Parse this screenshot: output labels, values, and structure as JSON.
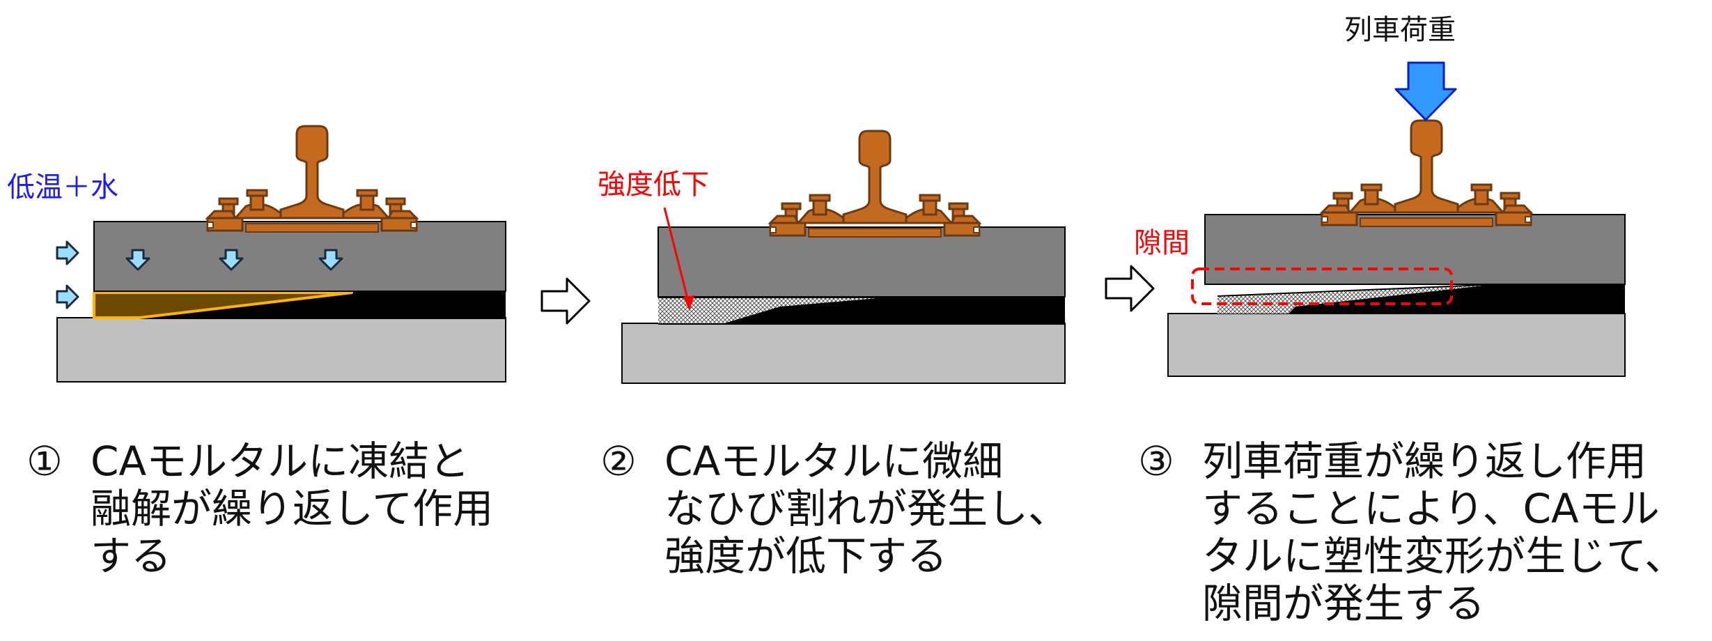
{
  "colors": {
    "rail": "#c46a1e",
    "rail_outline": "#6b3a10",
    "slab": "#808080",
    "mortar": "#000000",
    "base": "#c0c0c0",
    "cold_water_text": "#1a1aff",
    "highlight": "#ff0000",
    "frost_zone": "#6b4a00",
    "frost_outline": "#ffb400",
    "load_arrow": "#3399ff",
    "small_arrow": "#99ddff"
  },
  "icons": [
    "rail-fastening-icon",
    "down-arrow-icon",
    "right-arrow-icon",
    "train-load-arrow-icon"
  ],
  "panels": [
    {
      "label": "低温＋水",
      "caption": {
        "number": "①",
        "lines": [
          "CAモルタルに凍結と",
          "融解が繰り返して作用",
          "する"
        ]
      }
    },
    {
      "label": "強度低下",
      "caption": {
        "number": "②",
        "lines": [
          "CAモルタルに微細",
          "なひび割れが発生し、",
          "強度が低下する"
        ]
      }
    },
    {
      "label": "隙間",
      "top_label": "列車荷重",
      "caption": {
        "number": "③",
        "lines": [
          "列車荷重が繰り返し作用",
          "することにより、CAモル",
          "タルに塑性変形が生じて、",
          "隙間が発生する"
        ]
      }
    }
  ]
}
